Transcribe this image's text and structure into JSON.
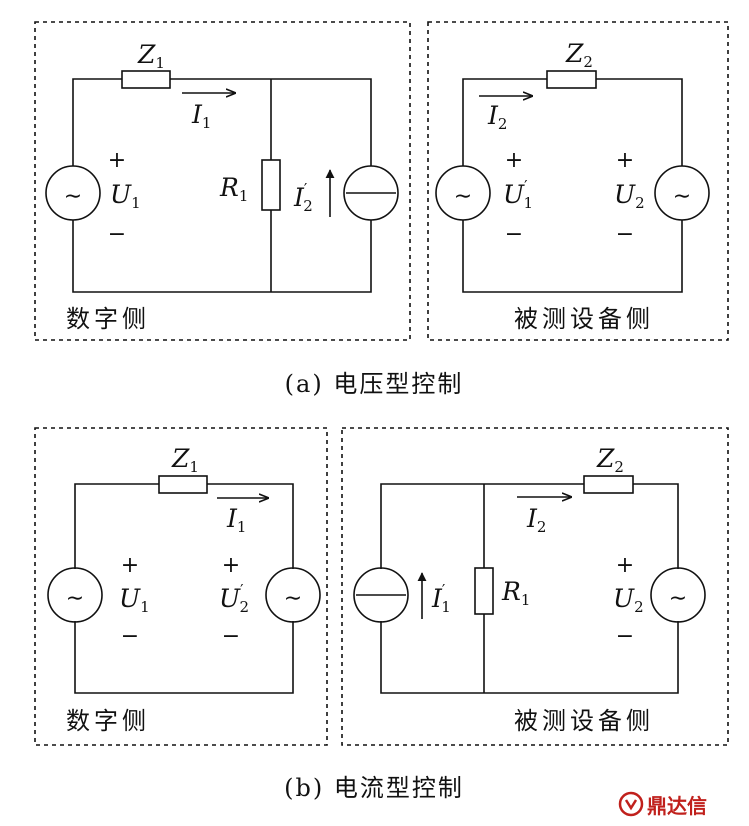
{
  "panel_a": {
    "caption": "(a) 电压型控制",
    "left_box_label": "数字侧",
    "right_box_label": "被测设备侧",
    "left": {
      "Z": {
        "base": "Z",
        "sub": "1"
      },
      "I": {
        "base": "I",
        "sub": "1"
      },
      "U": {
        "base": "U",
        "sub": "1"
      },
      "R": {
        "base": "R",
        "sub": "1"
      },
      "Iprime": {
        "base": "I",
        "sub": "2",
        "prime": "′"
      }
    },
    "right": {
      "Z": {
        "base": "Z",
        "sub": "2"
      },
      "I": {
        "base": "I",
        "sub": "2"
      },
      "Uprime": {
        "base": "U",
        "sub": "1",
        "prime": "′"
      },
      "U": {
        "base": "U",
        "sub": "2"
      }
    }
  },
  "panel_b": {
    "caption": "(b) 电流型控制",
    "left_box_label": "数字侧",
    "right_box_label": "被测设备侧",
    "left": {
      "Z": {
        "base": "Z",
        "sub": "1"
      },
      "I": {
        "base": "I",
        "sub": "1"
      },
      "U": {
        "base": "U",
        "sub": "1"
      },
      "Uprime": {
        "base": "U",
        "sub": "2",
        "prime": "′"
      }
    },
    "right": {
      "Z": {
        "base": "Z",
        "sub": "2"
      },
      "I": {
        "base": "I",
        "sub": "2"
      },
      "Iprime": {
        "base": "I",
        "sub": "1",
        "prime": "′"
      },
      "R": {
        "base": "R",
        "sub": "1"
      },
      "U": {
        "base": "U",
        "sub": "2"
      }
    }
  },
  "signs": {
    "plus": "+",
    "minus": "−",
    "tilde": "∼"
  },
  "watermark": {
    "text": "鼎达信",
    "color": "#c0201c"
  }
}
